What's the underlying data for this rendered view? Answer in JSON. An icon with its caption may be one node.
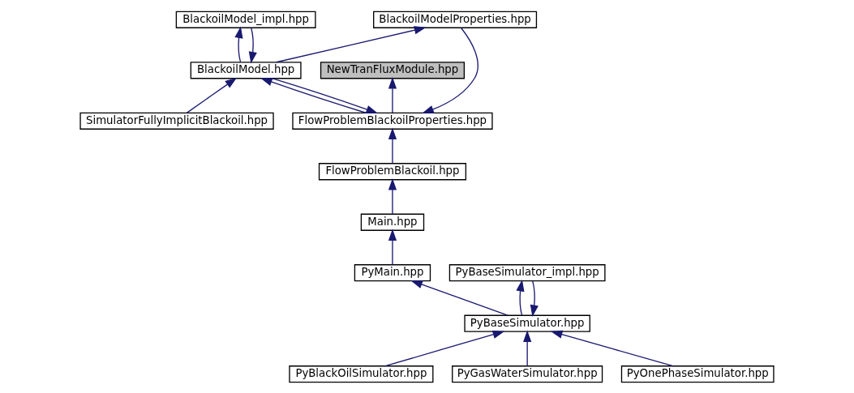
{
  "diagram": {
    "nodes": [
      {
        "text": [
          "NewTranFluxModule.hpp"
        ]
      },
      {
        "text": [
          "FlowProblemBlackoilProperties.hpp"
        ]
      },
      {
        "text": [
          "BlackoilModelProperties.hpp"
        ]
      },
      {
        "text": [
          "FlowProblemBlackoil.hpp"
        ]
      },
      {
        "text": [
          "BlackoilModel.hpp"
        ]
      },
      {
        "text": [
          "Main.hpp"
        ]
      },
      {
        "text": [
          "BlackoilModel_impl.hpp"
        ]
      },
      {
        "text": [
          "SimulatorFullyImplicitBlackoil.hpp"
        ]
      },
      {
        "text": [
          "PyMain.hpp"
        ]
      },
      {
        "text": [
          "PyBaseSimulator.hpp"
        ]
      },
      {
        "text": [
          "PyBaseSimulator_impl.hpp"
        ]
      },
      {
        "text": [
          "PyBlackOilSimulator.hpp"
        ]
      },
      {
        "text": [
          "PyGasWaterSimulator.hpp"
        ]
      },
      {
        "text": [
          "PyOnePhaseSimulator.hpp"
        ]
      }
    ],
    "edges": [
      {
        "from": 1,
        "to": 0,
        "arrow": "to"
      },
      {
        "from": 4,
        "to": 1,
        "arrow": "to"
      },
      {
        "from": 1,
        "to": 4,
        "arrow": "to"
      },
      {
        "from": 2,
        "to": 1,
        "arrow": "to"
      },
      {
        "from": 3,
        "to": 1,
        "arrow": "to"
      },
      {
        "from": 4,
        "to": 2,
        "arrow": "to"
      },
      {
        "from": 6,
        "to": 4,
        "arrow": "to"
      },
      {
        "from": 4,
        "to": 6,
        "arrow": "to"
      },
      {
        "from": 7,
        "to": 4,
        "arrow": "to"
      },
      {
        "from": 5,
        "to": 3,
        "arrow": "to"
      },
      {
        "from": 8,
        "to": 5,
        "arrow": "to"
      },
      {
        "from": 9,
        "to": 8,
        "arrow": "to"
      },
      {
        "from": 10,
        "to": 9,
        "arrow": "to"
      },
      {
        "from": 9,
        "to": 10,
        "arrow": "to"
      },
      {
        "from": 11,
        "to": 9,
        "arrow": "to"
      },
      {
        "from": 12,
        "to": 9,
        "arrow": "to"
      },
      {
        "from": 13,
        "to": 9,
        "arrow": "to"
      }
    ]
  }
}
